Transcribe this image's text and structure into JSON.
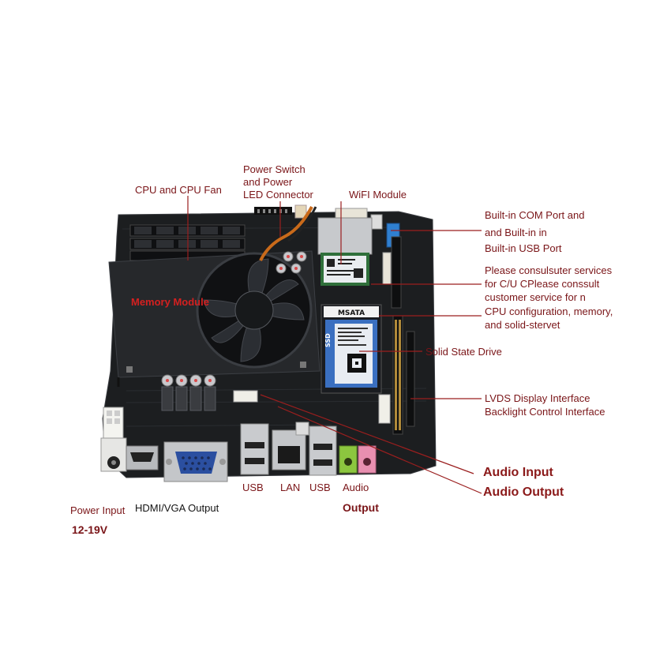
{
  "labels": {
    "cpu_fan": "CPU and CPU Fan",
    "power_switch": [
      "Power Switch",
      "and Power",
      "LED Connector"
    ],
    "wifi": "WiFI Module",
    "com_port": [
      "Built-in COM Port and",
      "and Built-in in",
      "Built-in USB Port"
    ],
    "service": [
      "Please consulsuter services",
      "for C/U CPlease conssult",
      "customer service for n",
      "CPU configuration, memory,",
      "and solid-stervet"
    ],
    "memory": "Memory Module",
    "ssd": "Solid State Drive",
    "lvds": [
      "LVDS Display Interface",
      "Backlight Control Interface"
    ],
    "audio_input": "Audio Input",
    "audio_output": "Audio Output",
    "usb_left": "USB",
    "lan": "LAN",
    "usb_right": "USB",
    "audio_short": "Audio",
    "output": "Output",
    "power_input": "Power Input",
    "voltage": "12-19V",
    "hdmi_vga": "HDMI/VGA Output"
  },
  "board_texts": {
    "msata": "MSATA",
    "ssd_brand": "SSD"
  },
  "colors": {
    "label_dark_red": "#7a1518",
    "leader_line": "#9a1e1e",
    "board": "#1b1d1f",
    "heatsink": "#2a2c2f",
    "vga_blue": "#2b4fa0",
    "ssd_blue": "#3a6fc0",
    "audio_green": "#8cc63f",
    "audio_pink": "#e88fb0",
    "sata_blue": "#2f7fd0"
  }
}
